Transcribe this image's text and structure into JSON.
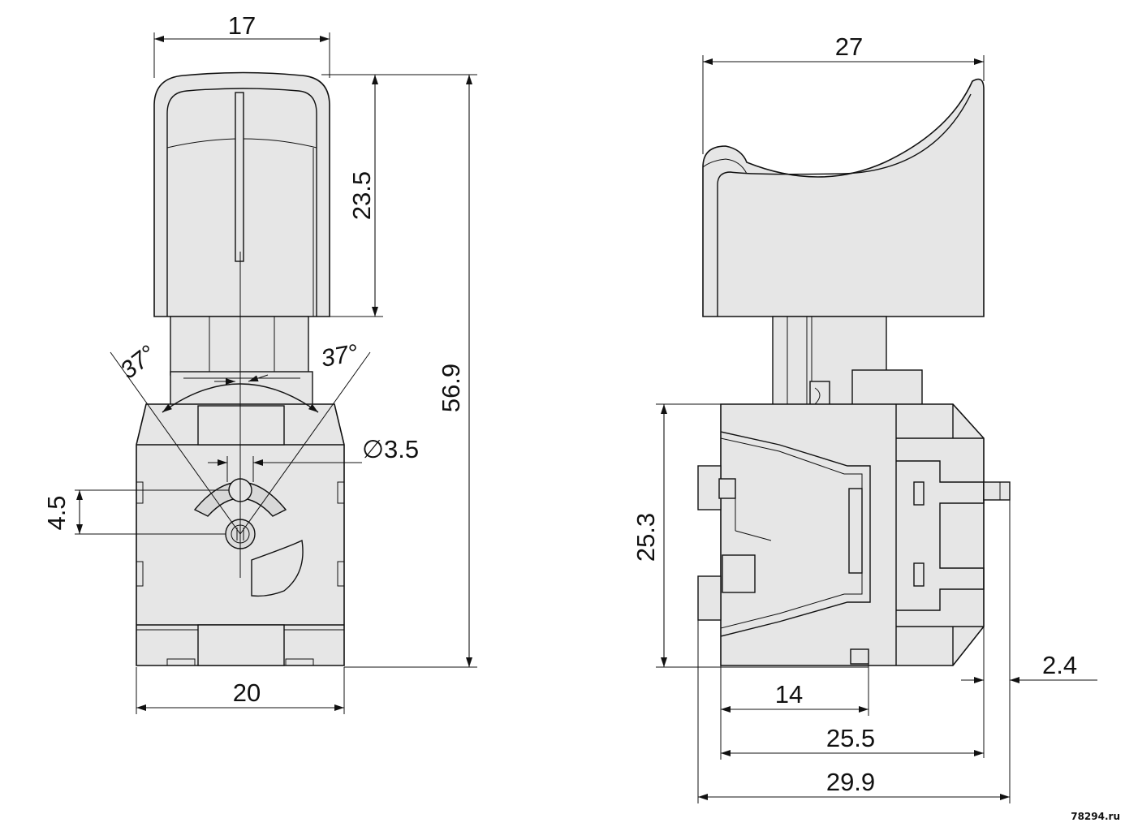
{
  "front_view": {
    "width_top_label": "17",
    "trigger_height_label": "23.5",
    "total_height_label": "56.9",
    "angle_left_label": "37°",
    "angle_right_label": "37°",
    "hole_diameter_label": "∅3.5",
    "slot_offset_label": "4.5",
    "body_width_label": "20"
  },
  "side_view": {
    "trigger_width_label": "27",
    "body_height_label": "25.3",
    "pin_length_label": "2.4",
    "dim_14_label": "14",
    "dim_25_5_label": "25.5",
    "dim_29_9_label": "29.9"
  },
  "watermark": "78294.ru"
}
